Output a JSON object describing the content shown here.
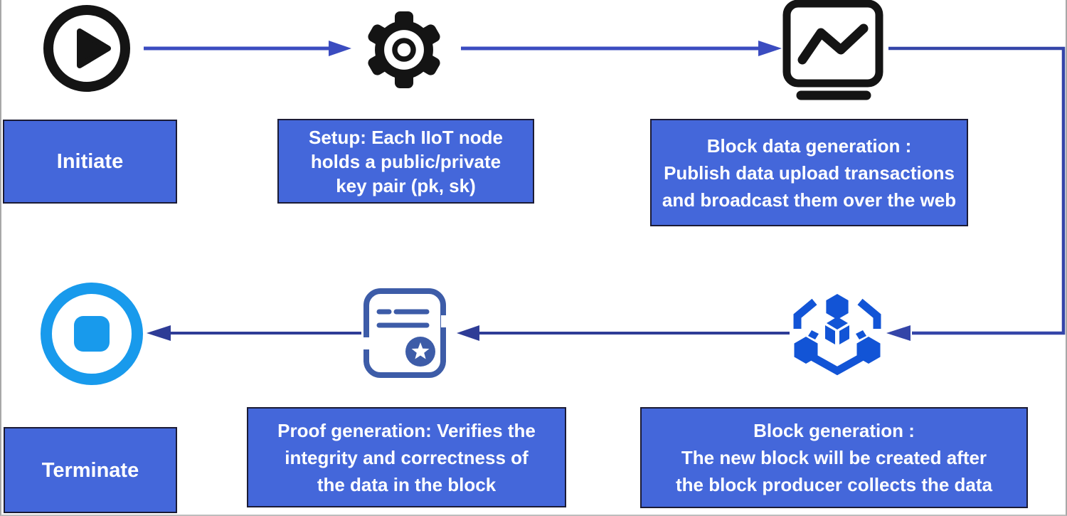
{
  "figure": {
    "type": "flowchart",
    "description": "Blockchain IIoT data flow: initiate, setup, block data generation, block generation, proof generation, terminate"
  },
  "colors": {
    "box_fill": "#4467DA",
    "box_border": "#1B1B35",
    "arrow_top": "#3B4CC0",
    "arrow_conn": "#3445A8",
    "arrow_bottom": "#2E3C96",
    "icon_black": "#141414",
    "icon_blockchain": "#1254D6",
    "icon_document": "#3D5CA8",
    "icon_stop": "#189AEC",
    "text": "#FFFFFF"
  },
  "nodes": {
    "initiate": {
      "icon": "play-icon",
      "lines": [
        "Initiate"
      ]
    },
    "setup": {
      "icon": "gear-icon",
      "lines": [
        "Setup: Each IIoT node",
        "holds a public/private",
        "key pair (pk, sk)"
      ]
    },
    "block_data": {
      "icon": "monitor-chart-icon",
      "lines": [
        "Block data generation :",
        "Publish data upload transactions",
        "and broadcast them over the web"
      ]
    },
    "block_generation": {
      "icon": "blockchain-icon",
      "lines": [
        "Block generation :",
        "The new block will be created after",
        "the block producer collects the data"
      ]
    },
    "proof": {
      "icon": "certificate-star-icon",
      "lines": [
        "Proof generation: Verifies the",
        "integrity and correctness of",
        "the data in the block"
      ]
    },
    "terminate": {
      "icon": "stop-icon",
      "lines": [
        "Terminate"
      ]
    }
  },
  "flow_order": [
    "initiate",
    "setup",
    "block_data",
    "block_generation",
    "proof",
    "terminate"
  ]
}
